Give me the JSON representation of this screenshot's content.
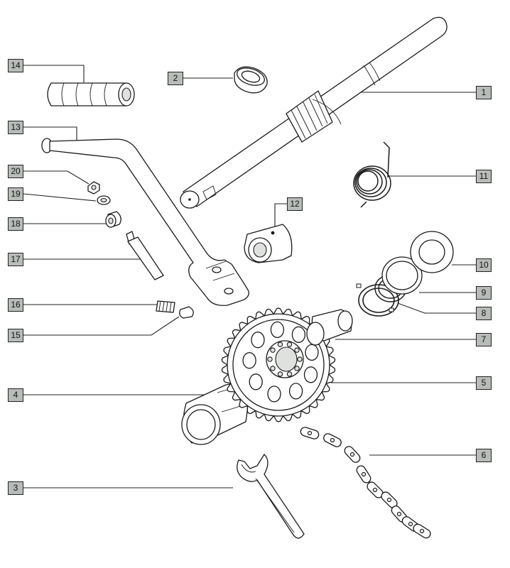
{
  "callouts": [
    "1",
    "2",
    "3",
    "4",
    "5",
    "6",
    "7",
    "8",
    "9",
    "10",
    "11",
    "12",
    "13",
    "14",
    "15",
    "16",
    "17",
    "18",
    "19",
    "20"
  ],
  "colors": {
    "label_fill": "#b8bcb8",
    "line": "#222222",
    "background": "#ffffff"
  }
}
